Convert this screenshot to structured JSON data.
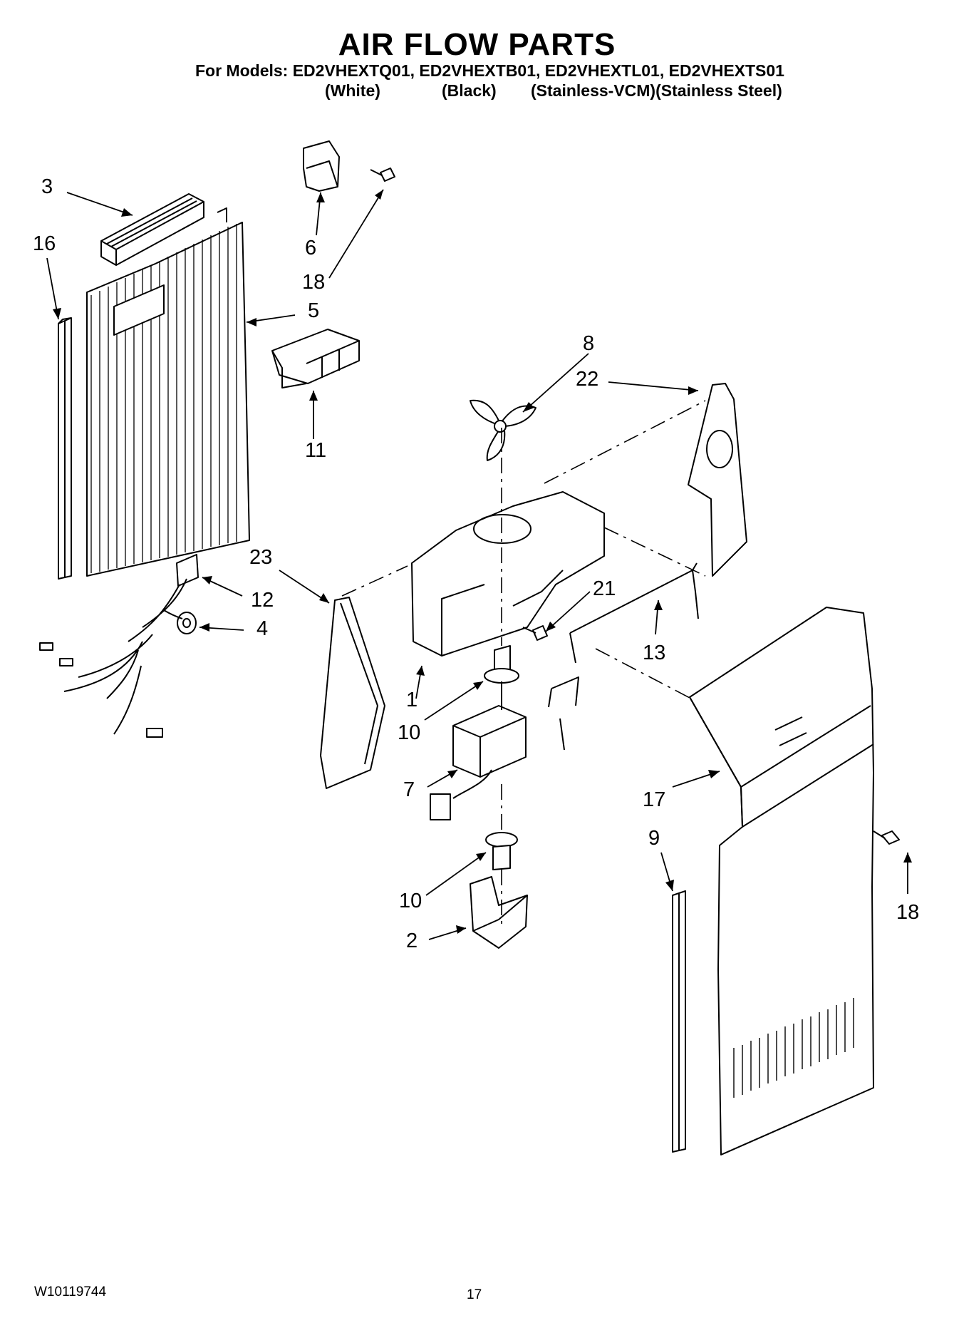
{
  "header": {
    "title": "AIR FLOW PARTS",
    "models_line": "For Models: ED2VHEXTQ01, ED2VHEXTB01, ED2VHEXTL01, ED2VHEXTS01",
    "variants": [
      "(White)",
      "(Black)",
      "(Stainless-VCM)(Stainless Steel)"
    ]
  },
  "footer": {
    "document_number": "W10119744",
    "page_number": "17"
  },
  "callouts": {
    "c3": "3",
    "c16": "16",
    "c6": "6",
    "c18a": "18",
    "c5": "5",
    "c11": "11",
    "c8": "8",
    "c22": "22",
    "c23": "23",
    "c12": "12",
    "c4": "4",
    "c21": "21",
    "c13": "13",
    "c1": "1",
    "c10a": "10",
    "c7": "7",
    "c17": "17",
    "c9": "9",
    "c10b": "10",
    "c18b": "18",
    "c2": "2"
  },
  "colors": {
    "ink": "#000000",
    "paper": "#ffffff"
  }
}
